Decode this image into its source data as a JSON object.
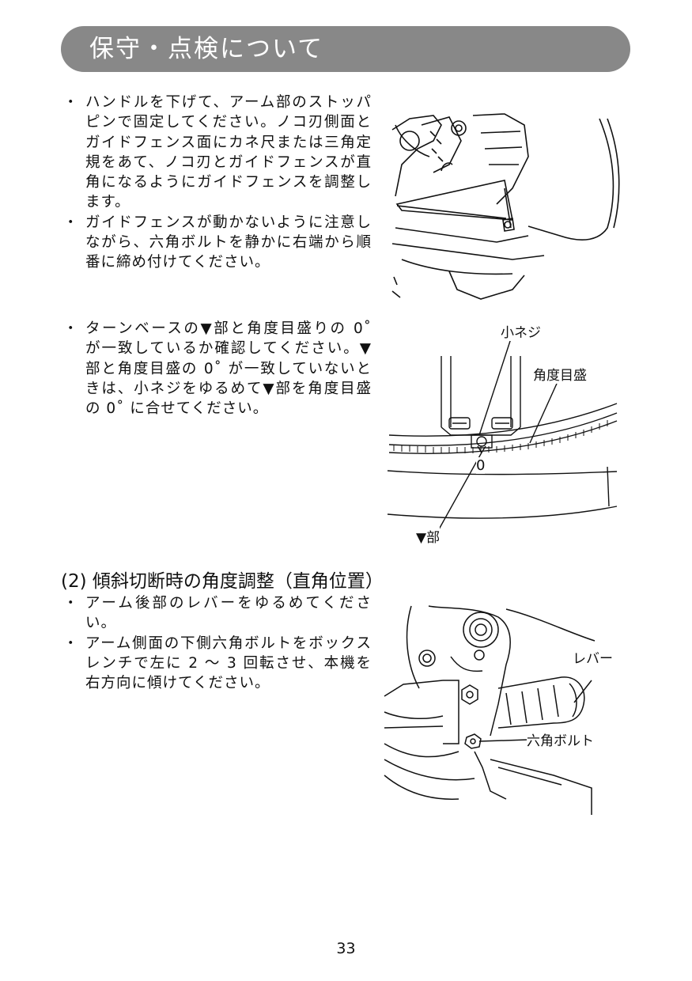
{
  "header": {
    "title": "保守・点検について"
  },
  "section1": {
    "bullets": [
      "ハンドルを下げて、アーム部のストッパピンで固定してください。ノコ刃側面とガイドフェンス面にカネ尺または三角定規をあて、ノコ刃とガイドフェンスが直角になるようにガイドフェンスを調整します。",
      "ガイドフェンスが動かないように注意しながら、六角ボルトを静かに右端から順番に締め付けてください。"
    ]
  },
  "section2": {
    "bullets": [
      "ターンベースの▼部と角度目盛りの 0˚ が一致しているか確認してください。▼部と角度目盛の 0˚ が一致していないときは、小ネジをゆるめて▼部を角度目盛の 0˚ に合せてください。"
    ],
    "figure_labels": {
      "small_screw": "小ネジ",
      "angle_scale": "角度目盛",
      "zero_mark": "0",
      "triangle_part": "▼部"
    }
  },
  "section3": {
    "heading": "(2) 傾斜切断時の角度調整（直角位置）",
    "bullets": [
      "アーム後部のレバーをゆるめてください。",
      "アーム側面の下側六角ボルトをボックスレンチで左に 2 ～ 3 回転させ、本機を右方向に傾けてください。"
    ],
    "figure_labels": {
      "lever": "レバー",
      "hex_bolt": "六角ボルト"
    }
  },
  "footer": {
    "page_number": "33"
  }
}
